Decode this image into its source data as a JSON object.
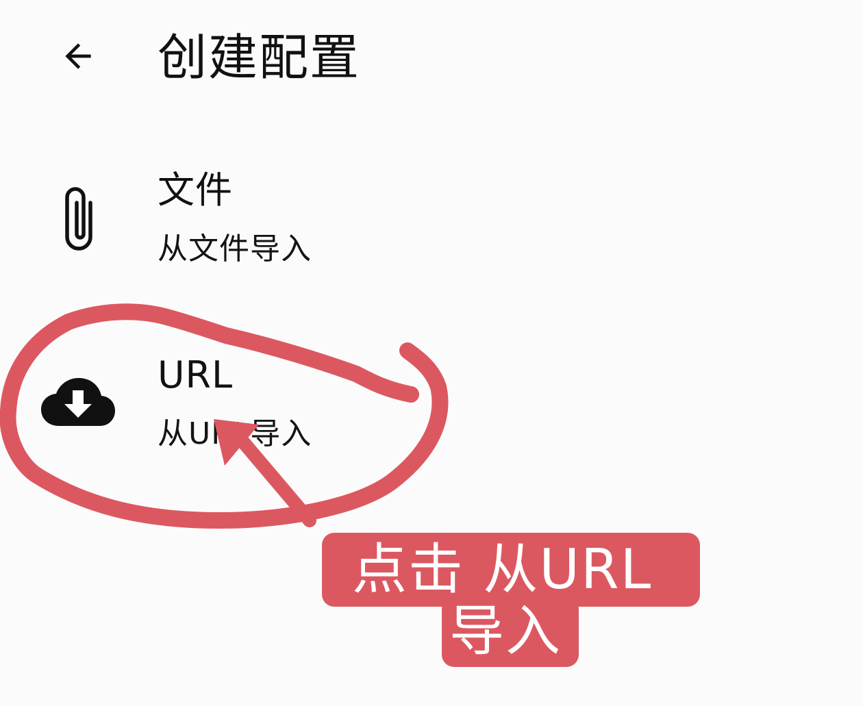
{
  "header": {
    "title": "创建配置",
    "back_icon": "arrow-back-icon"
  },
  "options": [
    {
      "title": "文件",
      "subtitle": "从文件导入",
      "icon": "paperclip-icon"
    },
    {
      "title": "URL",
      "subtitle": "从URL导入",
      "icon": "cloud-download-icon"
    }
  ],
  "annotation": {
    "callout_line1": "点击 从URL",
    "callout_line2": "导入",
    "color": "#dc5860"
  }
}
